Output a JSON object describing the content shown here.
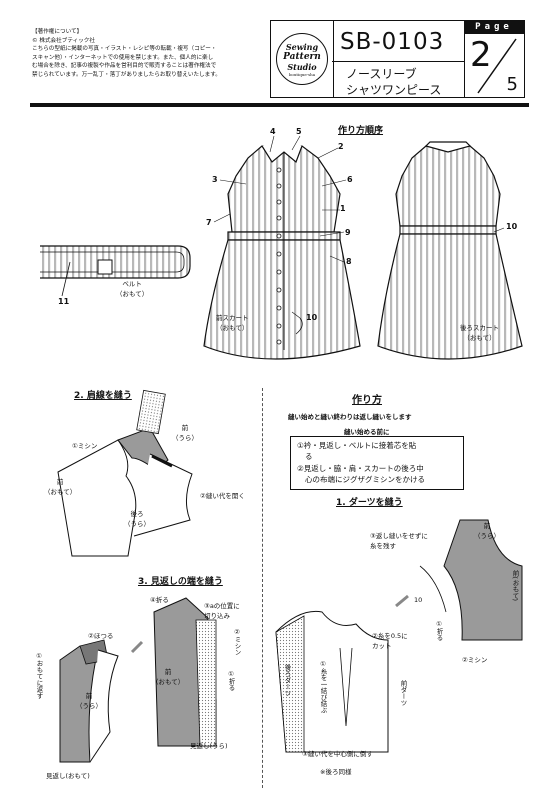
{
  "copyright": {
    "lines": [
      "【著作権について】",
      "© 株式会社ブティック社",
      "こちらの型紙に掲載の写真・イラスト・レシピ等の転載・複写（コピー・",
      "スキャン他）・インターネットでの使用を禁じます。また、個人的に楽し",
      "む場合を除き、記事の複製や作品を営利目的で販売することは著作権法で",
      "禁じられています。万一乱丁・落丁がありましたらお取り替えいたします。"
    ]
  },
  "logo": {
    "line1": "Sewing",
    "line2": "Pattern",
    "line3": "Studio",
    "line4": "boutique-sha"
  },
  "pattern": {
    "code": "SB-0103",
    "title_line1": "ノースリーブ",
    "title_line2": "シャツワンピース"
  },
  "page": {
    "label": "Page",
    "current": "2",
    "total": "5"
  },
  "order_section": {
    "title": "作り方順序",
    "numbers": [
      "1",
      "2",
      "3",
      "4",
      "5",
      "6",
      "7",
      "8",
      "9",
      "10",
      "11"
    ],
    "number10b": "10",
    "front_skirt": "前スカート\n（おもて）",
    "back_skirt": "後ろスカート\n（おもて）",
    "belt": "ベルト\n（おもて）",
    "belt_number": "11"
  },
  "shoulder_section": {
    "title": "2. 肩線を縫う",
    "labels": {
      "front_top": "前\n（うら）",
      "misin": "①ミシン",
      "front_omote": "前\n（おもて）",
      "back_ura": "後ろ\n（うら）",
      "open_seam": "②縫い代を開く"
    }
  },
  "howto": {
    "title": "作り方",
    "note": "縫い始めと縫い終わりは返し縫いをします",
    "prep_title": "縫い始める前に",
    "prep_1a": "①衿・見返し・ベルトに接着芯を貼",
    "prep_1b": "る",
    "prep_2a": "②見返し・脇・肩・スカートの後ろ中",
    "prep_2b": "心の布端にジグザグミシンをかける"
  },
  "dart_section": {
    "title": "1. ダーツを縫う",
    "labels": {
      "front_ura": "前\n（うら）",
      "knot": "③返し縫いをせずに\n糸を残す",
      "front_omote": "前(おもて)",
      "ten": "10",
      "fold": "①折る",
      "misin": "②ミシン",
      "cut": "②糸を0.5に\nカット",
      "tie": "①糸を一結び結ぶ",
      "back_dart": "後ろダーツ",
      "front_dart": "前ダーツ",
      "fold_center": "③縫い代を中心側に倒す",
      "note": "※後ろ同様"
    }
  },
  "facing_section": {
    "title": "3. 見返しの端を縫う",
    "labels": {
      "fold4": "④折る",
      "a_cut": "③aの位置に\n切り込み",
      "misin": "②ミシン",
      "fold1": "①折る",
      "hotsuru": "②ほつる",
      "front_omote": "前\n（おもて）",
      "front_ura": "前\n（うら）",
      "facing_ura": "見返し(うら)",
      "facing_omote": "見返し(おもて)",
      "side_fold": "①おもてに返す"
    }
  }
}
